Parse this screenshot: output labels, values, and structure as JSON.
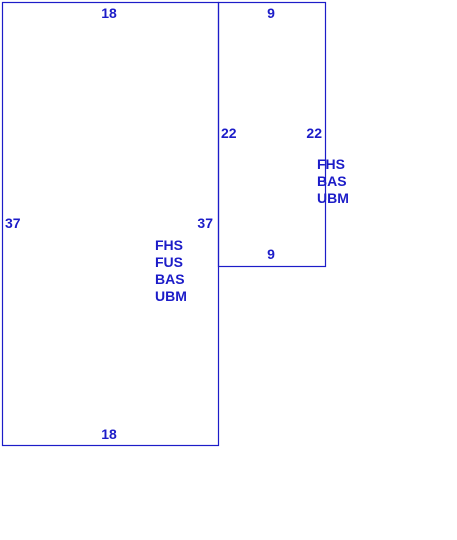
{
  "sketch": {
    "main_section": {
      "dims": {
        "top": "18",
        "bottom": "18",
        "left": "37",
        "right": "37"
      },
      "codes": [
        "FHS",
        "FUS",
        "BAS",
        "UBM"
      ]
    },
    "addition_section": {
      "dims": {
        "top": "9",
        "bottom": "9",
        "left": "22",
        "right": "22"
      },
      "codes": [
        "FHS",
        "BAS",
        "UBM"
      ]
    },
    "colors": {
      "line": "#1c1cc8",
      "text": "#1c1cc8",
      "background": "#ffffff"
    }
  }
}
